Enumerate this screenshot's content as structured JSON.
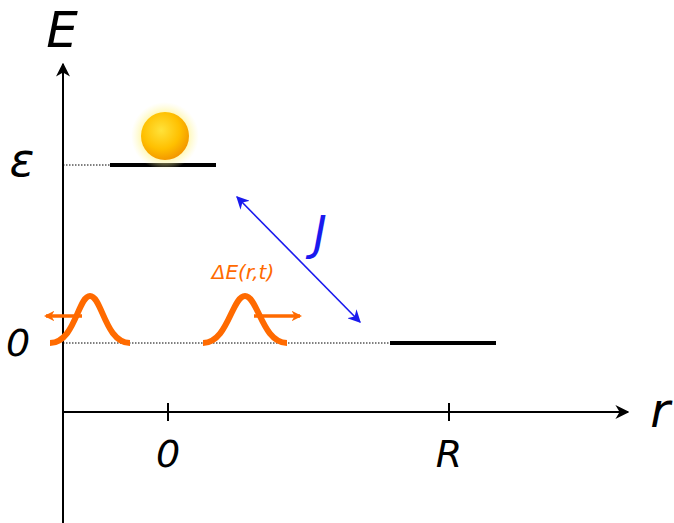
{
  "diagram": {
    "labels": [
      "E",
      "ε",
      "J",
      "ΔE(r,t)",
      "0",
      "0",
      "R",
      "r"
    ]
  }
}
